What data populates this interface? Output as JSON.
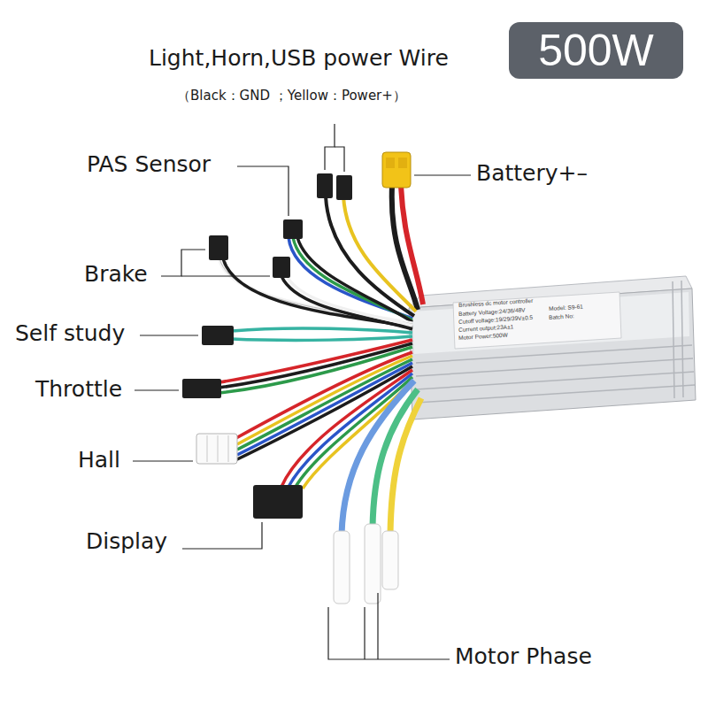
{
  "diagram": {
    "nodes": [
      {
        "text": [
          "500W"
        ]
      }
    ],
    "labels": [
      "Light,Horn,USB power Wire",
      "（Black：GND ；Yellow：Power+）",
      "PAS Sensor",
      "Battery+–",
      "Brake",
      "Self study",
      "Throttle",
      "Hall",
      "Display",
      "Motor Phase",
      "Brushless dc motor controller",
      "Battery Voltage:24/36/48V",
      "Cutoff voltage:19/29/39V±0.5",
      "Current output:23A±1",
      "Motor Power:500W",
      "Model: S9-61",
      "Batch No:"
    ]
  }
}
